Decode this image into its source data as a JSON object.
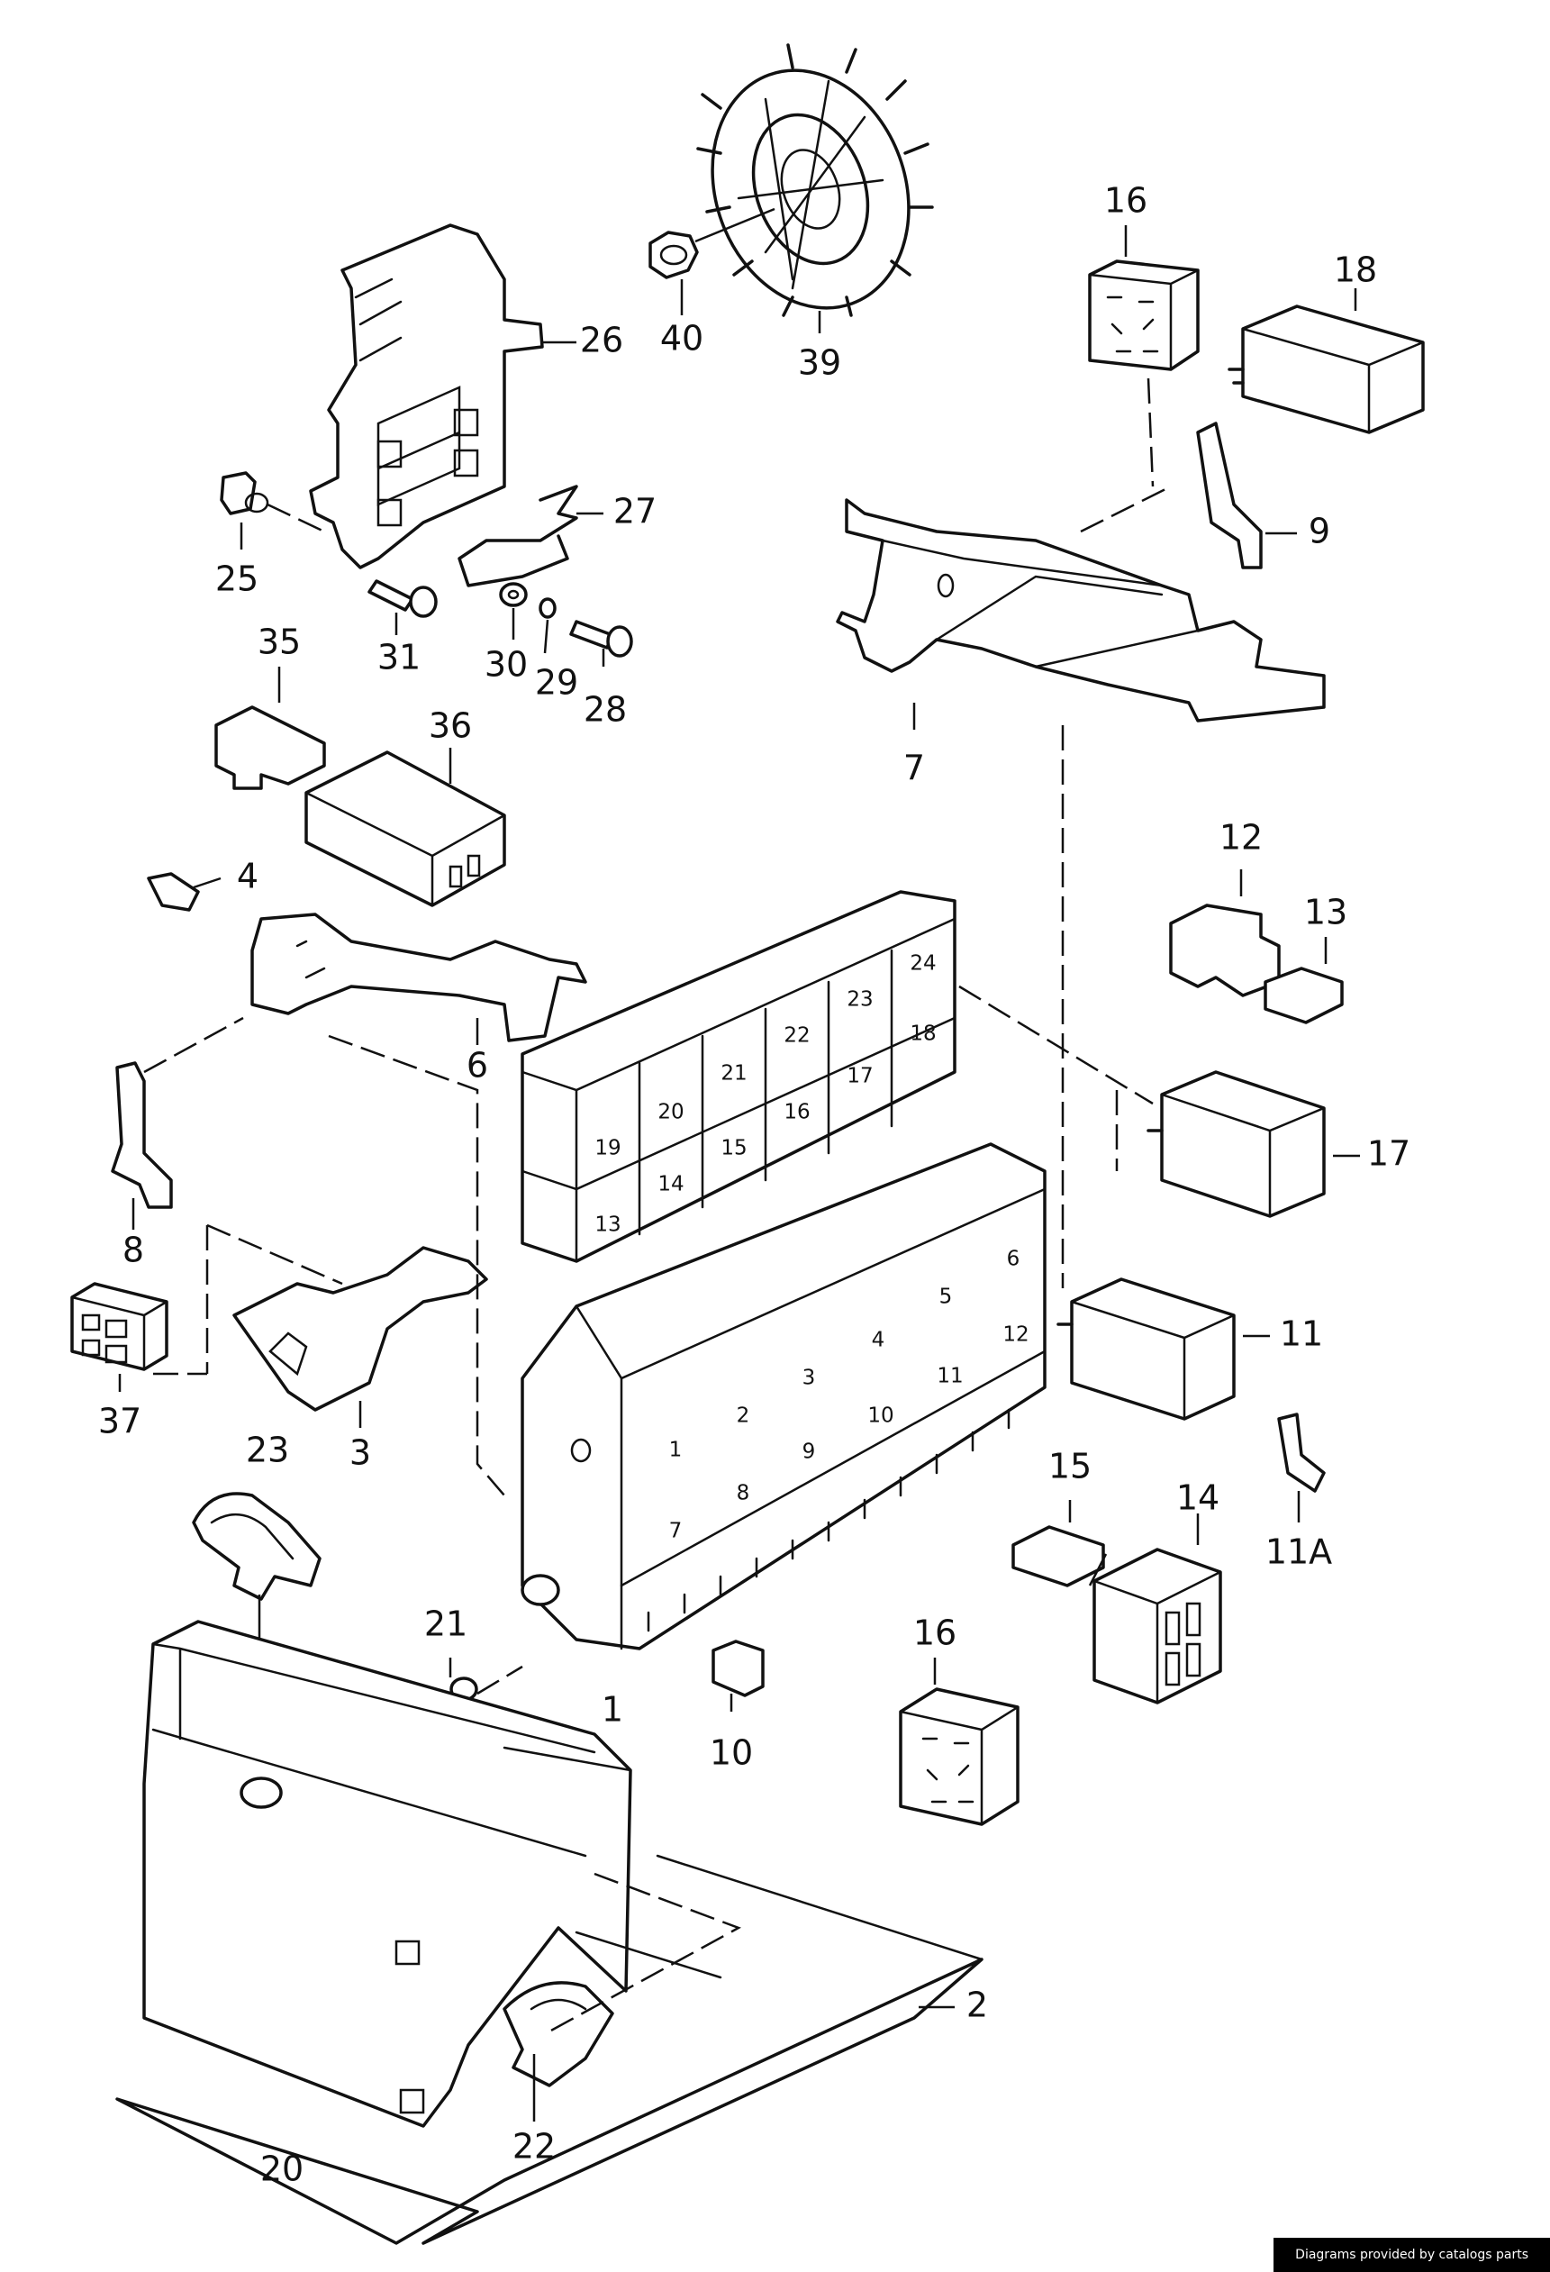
{
  "callouts": [
    "1",
    "2",
    "3",
    "4",
    "6",
    "7",
    "8",
    "9",
    "10",
    "11",
    "11A",
    "12",
    "13",
    "14",
    "15",
    "16",
    "17",
    "18",
    "20",
    "21",
    "22",
    "23",
    "25",
    "26",
    "27",
    "28",
    "29",
    "30",
    "31",
    "35",
    "36",
    "37",
    "39",
    "40"
  ],
  "relay_positions": [
    "24",
    "23",
    "22",
    "21",
    "20",
    "19",
    "18",
    "17",
    "16",
    "15",
    "14",
    "13"
  ],
  "fuse_positions": [
    "1",
    "2",
    "3",
    "4",
    "5",
    "6",
    "7",
    "8",
    "9",
    "10",
    "11",
    "12"
  ],
  "credit": "Diagrams provided by catalogs parts"
}
